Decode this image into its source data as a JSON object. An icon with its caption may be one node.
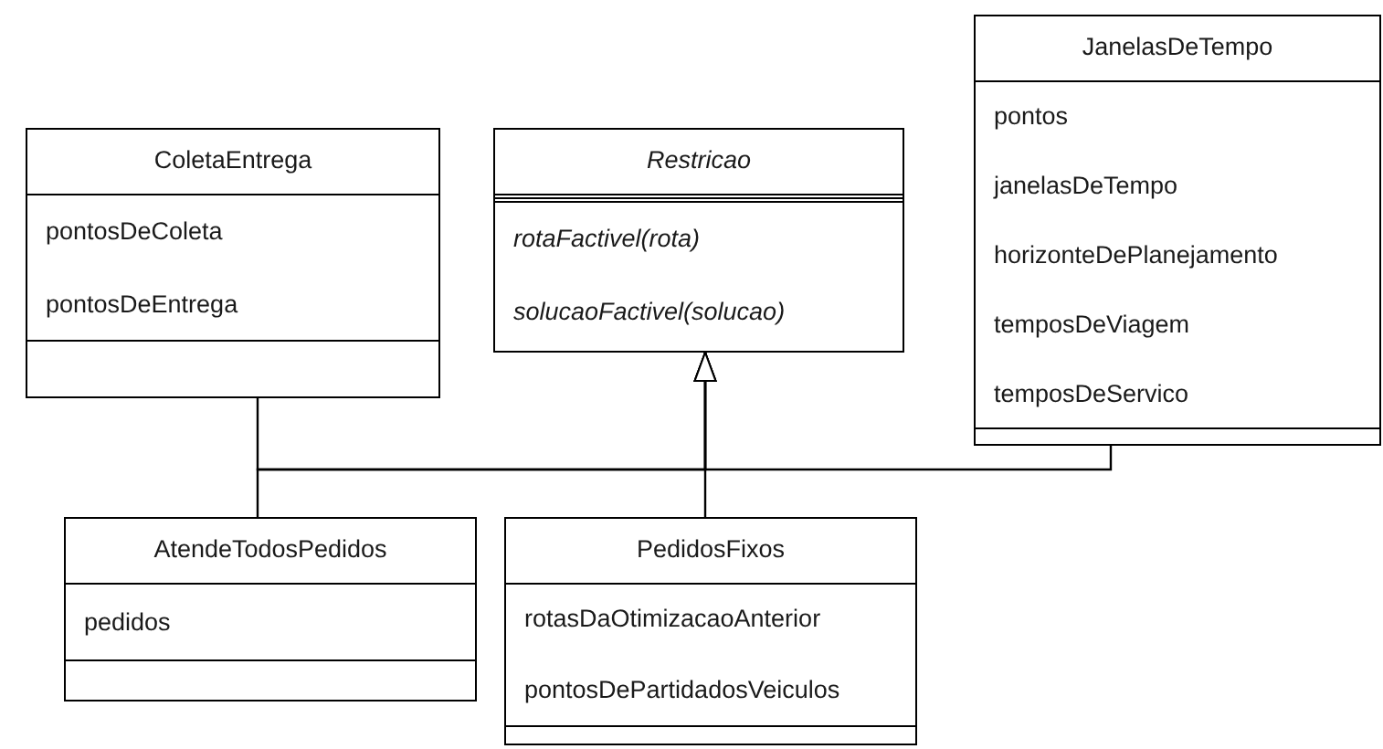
{
  "diagram": {
    "nodes": [
      {
        "text": [
          "ColetaEntrega",
          "pontosDeColeta",
          "pontosDeEntrega"
        ]
      },
      {
        "text": [
          "Restricao",
          "rotaFactivel(rota)",
          "solucaoFactivel(solucao)"
        ]
      },
      {
        "text": [
          "JanelasDeTempo",
          "pontos",
          "janelasDeTempo",
          "horizonteDePlanejamento",
          "temposDeViagem",
          "temposDeServico"
        ]
      },
      {
        "text": [
          "AtendeTodosPedidos",
          "pedidos"
        ]
      },
      {
        "text": [
          "PedidosFixos",
          "rotasDaOtimizacaoAnterior",
          "pontosDePartidadosVeiculos"
        ]
      }
    ],
    "edges": [
      {
        "from": 0,
        "to": 1,
        "arrow": "to"
      },
      {
        "from": 2,
        "to": 1,
        "arrow": "to"
      },
      {
        "from": 3,
        "to": 1,
        "arrow": "to"
      },
      {
        "from": 4,
        "to": 1,
        "arrow": "to"
      }
    ]
  }
}
